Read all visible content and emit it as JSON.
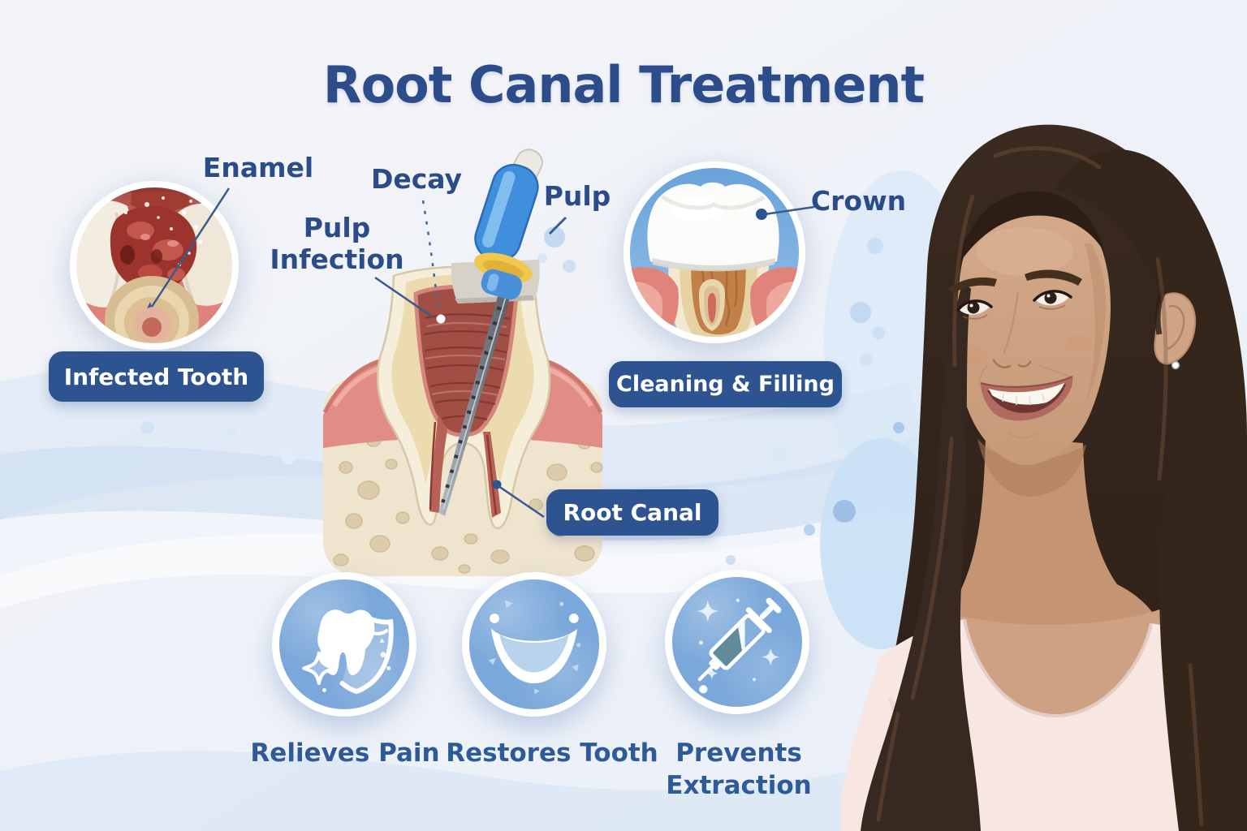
{
  "title": "Root Canal Treatment",
  "diagram": {
    "labels": {
      "enamel": "Enamel",
      "decay": "Decay",
      "pulp_infection": "Pulp Infection",
      "pulp": "Pulp",
      "crown": "Crown"
    },
    "badges": {
      "infected_tooth": "Infected Tooth",
      "cleaning_filling": "Cleaning & Filling",
      "root_canal": "Root Canal"
    }
  },
  "benefits": [
    {
      "label": "Relieves Pain",
      "icon": "tooth-shield-icon"
    },
    {
      "label": "Restores Tooth",
      "icon": "smile-icon"
    },
    {
      "label": "Prevents Extraction",
      "icon": "syringe-icon"
    }
  ],
  "colors": {
    "heading_text": "#2c4c8a",
    "label_text": "#2b4c88",
    "badge_background": "#2d5391",
    "badge_text": "#ffffff",
    "benefit_text": "#2e5a97",
    "icon_circle_fill": "#7ba8da",
    "page_background": "#f2f4f8",
    "decor_wave": "#cfe0f2"
  }
}
